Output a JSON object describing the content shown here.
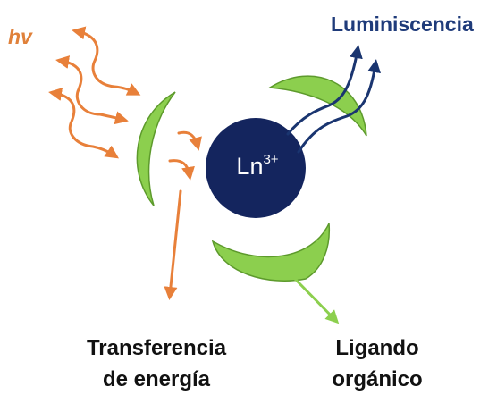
{
  "labels": {
    "photon": "hv",
    "luminescence": "Luminiscencia",
    "ion_base": "Ln",
    "ion_charge": "3+",
    "energy_transfer_line1": "Transferencia",
    "energy_transfer_line2": "de energía",
    "ligand_line1": "Ligando",
    "ligand_line2": "orgánico"
  },
  "colors": {
    "photon_arrows": "#e8803a",
    "luminescence_arrows": "#1a3570",
    "ion": "#14255e",
    "ligand_fill": "#8ccf4e",
    "ligand_stroke": "#5d9a2c",
    "ligand_pointer": "#8ccf4e"
  }
}
